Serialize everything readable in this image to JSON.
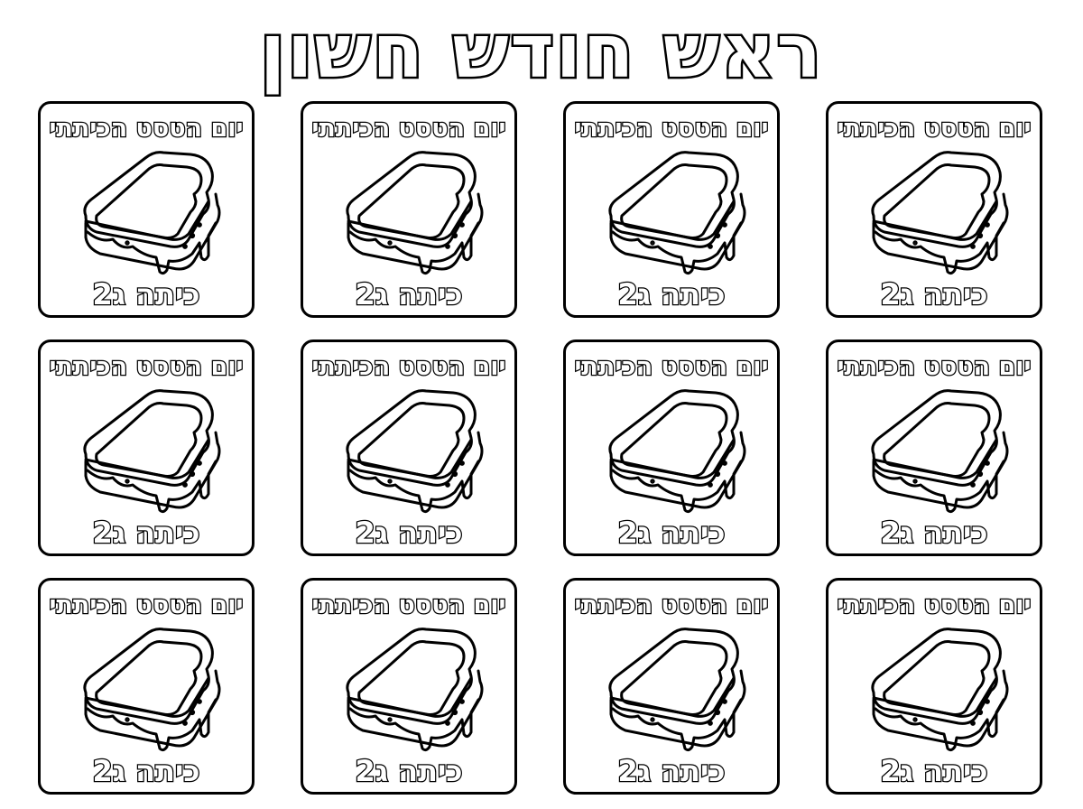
{
  "page": {
    "title": "ראש חודש חשון"
  },
  "card": {
    "heading": "יום הטסט הכיתתי",
    "class_label": "כיתה ג2",
    "icon": "grilled-cheese-sandwich-icon",
    "count": 12
  },
  "colors": {
    "outline": "#000000",
    "background": "#ffffff"
  }
}
